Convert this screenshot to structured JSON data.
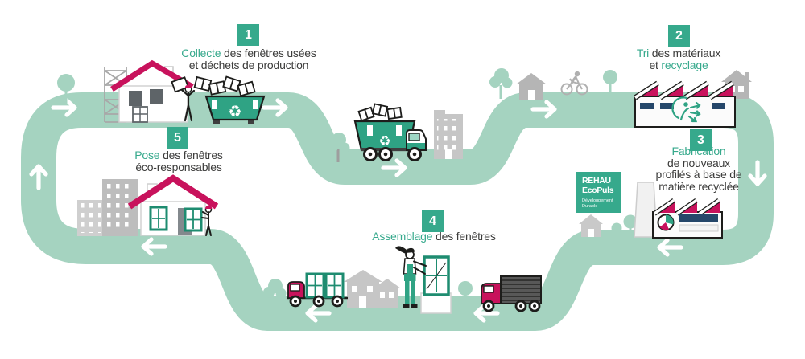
{
  "steps": {
    "s1": {
      "num": "1",
      "accent": "Collecte",
      "rest": "des fenêtres usées",
      "line2": "et déchets de production"
    },
    "s2": {
      "num": "2",
      "accent": "Tri",
      "rest": "des matériaux",
      "line2_pre": "et",
      "line2_accent": "recyclage"
    },
    "s3": {
      "num": "3",
      "accent": "Fabrication",
      "line2": "de nouveaux",
      "line3": "profilés à base de",
      "line4": "matière recyclée"
    },
    "s4": {
      "num": "4",
      "accent": "Assemblage",
      "rest": "des fenêtres"
    },
    "s5": {
      "num": "5",
      "accent": "Pose",
      "rest": "des fenêtres",
      "line2": "éco-responsables"
    }
  },
  "badge": {
    "brand": "REHAU",
    "product": "EcoPuls",
    "subtitle_line1": "Développement",
    "subtitle_line2": "Durable"
  },
  "icons": {
    "recycle_symbol": "♻"
  },
  "colors": {
    "path_green": "#A5D3C0",
    "accent_green": "#36A98C",
    "illustration_green": "#2FA384",
    "window_green": "#1E8C70",
    "magenta": "#C8125C",
    "navy": "#25476A",
    "gray": "#BDBDBD",
    "dark_text": "#3C3C3B",
    "white": "#FFFFFF"
  }
}
